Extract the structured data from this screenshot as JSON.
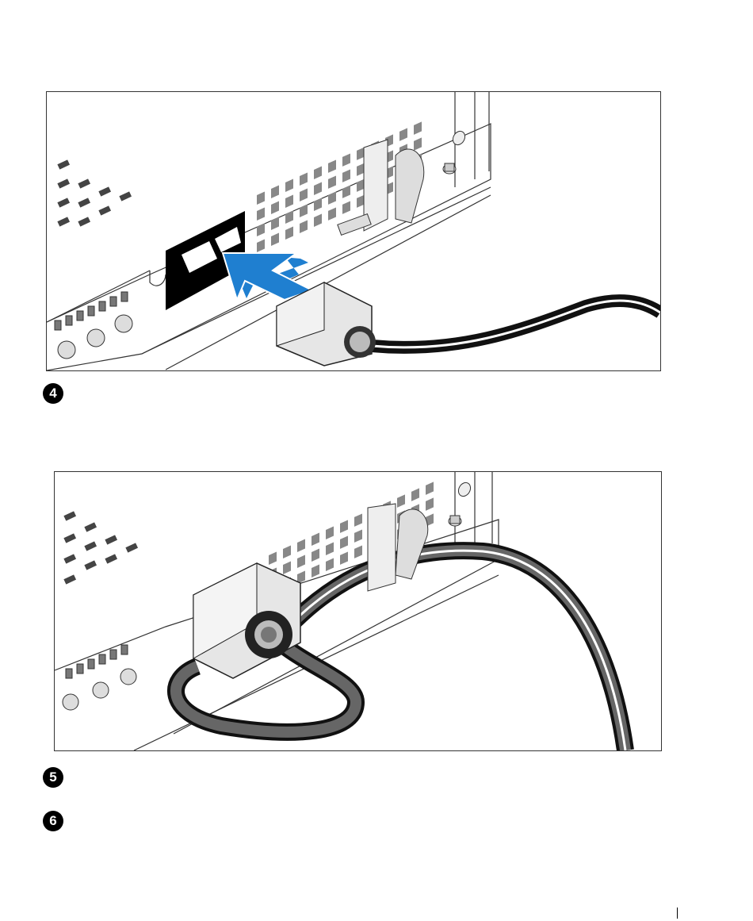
{
  "steps": {
    "step4": {
      "number": "4"
    },
    "step5": {
      "number": "5"
    },
    "step6": {
      "number": "6"
    }
  },
  "colors": {
    "arrow": "#1f7fd0",
    "cable": "#111111",
    "plug": "#e6e6e6",
    "psu_socket": "#000000"
  },
  "illustrations": {
    "figure1": "plug-power-cable-into-psu",
    "figure2": "route-cable-through-retention-clip"
  }
}
